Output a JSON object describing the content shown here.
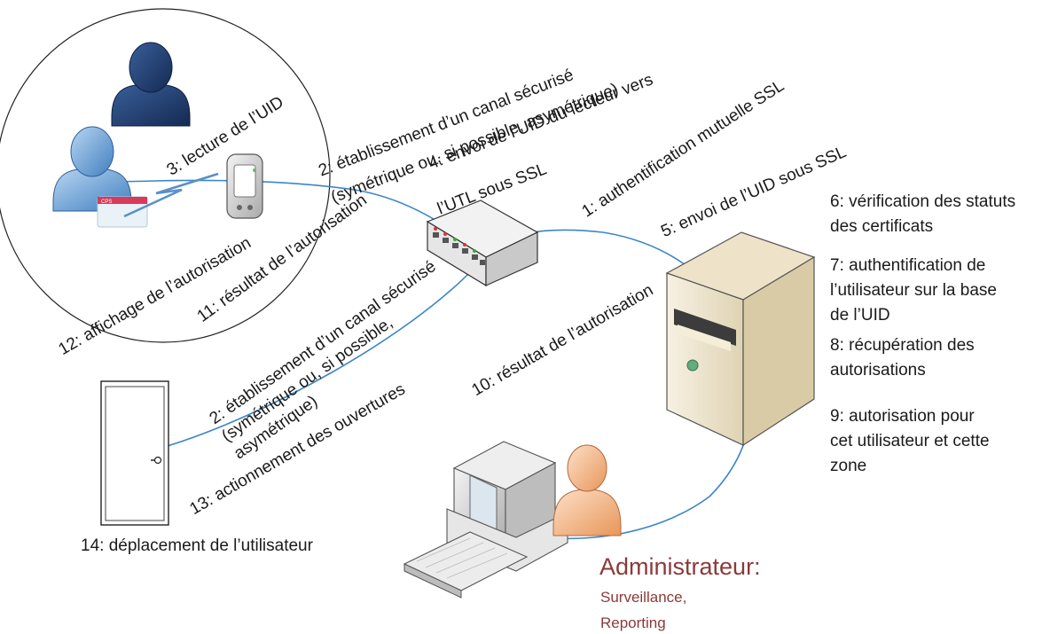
{
  "labels": {
    "l1": "1: authentification mutuelle SSL",
    "l2a": "2: établissement d’un canal sécurisé",
    "l2b": "(symétrique ou, si possible, asymétrique)",
    "l3": "3: lecture de l’UID",
    "l4a": "4: envoi de l’UID du lecteur vers",
    "l4b": "l’UTL sous SSL",
    "l5": "5: envoi de l’UID sous SSL",
    "l6": "6: vérification des statuts\ndes certificats",
    "l7": "7: authentification de\nl’utilisateur sur la base\nde l’UID",
    "l8": "8: récupération des\nautorisations",
    "l9": "9: autorisation pour\ncet utilisateur et cette\nzone",
    "l10": "10: résultat de l’autorisation",
    "l11": "11: résultat de l’autorisation",
    "l12": "12: affichage de l’autorisation",
    "l2c": "2: établissement d’un canal sécurisé\n(symétrique ou, si possible,\nasymétrique)",
    "l13": "13: actionnement des ouvertures",
    "l14": "14: déplacement de l’utilisateur"
  },
  "admin": {
    "title": "Administrateur:",
    "line1": "Surveillance,",
    "line2": "Reporting"
  },
  "card_text": "CPS",
  "colors": {
    "link": "#3a86c8",
    "admin_text": "#8b3a3a",
    "user_dark": "#1f3f73",
    "user_light": "#6fa6dc",
    "admin_person": "#f4b383",
    "server": "#efe6cf"
  }
}
